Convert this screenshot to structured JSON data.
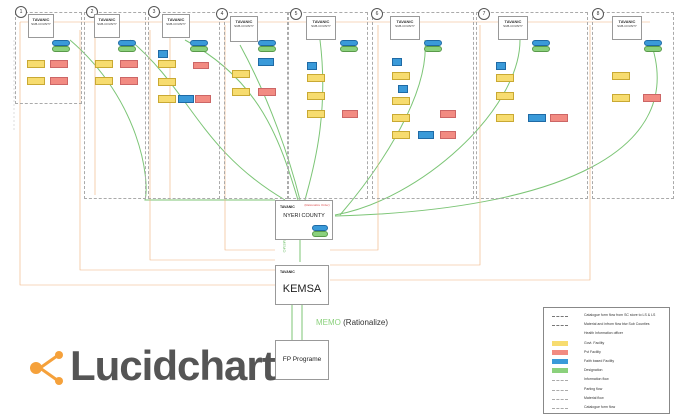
{
  "stages": [
    "1",
    "2",
    "3",
    "4",
    "5",
    "6",
    "7",
    "8"
  ],
  "subcounties": [
    {
      "tag": "TAVANIC",
      "name": "SUB-COUNTY"
    },
    {
      "tag": "TAVANIC",
      "name": "SUB-COUNTY"
    },
    {
      "tag": "TAVANIC",
      "name": "SUB-COUNTY"
    },
    {
      "tag": "TAVANIC",
      "name": "SUB-COUNTY"
    },
    {
      "tag": "TAVANIC",
      "name": "SUB-COUNTY"
    },
    {
      "tag": "TAVANIC",
      "name": "SUB-COUNTY"
    },
    {
      "tag": "TAVANIC",
      "name": "SUB-COUNTY"
    },
    {
      "tag": "TAVANIC",
      "name": "SUB-COUNTY"
    }
  ],
  "county": {
    "tag": "TAVANIC",
    "name": "NYERI COUNTY",
    "note": "(Rationalize Order)"
  },
  "kemsa": {
    "tag": "TAVANIC",
    "name": "KEMSA"
  },
  "fp": {
    "name": "FP Programe"
  },
  "memo": {
    "prefix": "MEMO",
    "suffix": "(Rationalize)"
  },
  "vertical_label": "MEMO",
  "logo": {
    "text": "Lucidchart"
  },
  "legend": [
    {
      "label": "Catalogue form flow from SC store to LS & LS",
      "color": "#777"
    },
    {
      "label": "Material and infrom flow btw Sub Counties",
      "color": "#777"
    },
    {
      "label": "Health Information officer",
      "color": "#444"
    },
    {
      "label": "Govt. Facility",
      "color": "#f7dc6f"
    },
    {
      "label": "Pvt Facility",
      "color": "#f28b82"
    },
    {
      "label": "Faith based Facility",
      "color": "#3a9ad9"
    },
    {
      "label": "Designation",
      "color": "#8bd17c"
    },
    {
      "label": "Information flow",
      "color": "#aaa"
    },
    {
      "label": "Parting flow",
      "color": "#aaa"
    },
    {
      "label": "Material flow",
      "color": "#aaa"
    },
    {
      "label": "Catalogue form flow",
      "color": "#aaa"
    }
  ]
}
